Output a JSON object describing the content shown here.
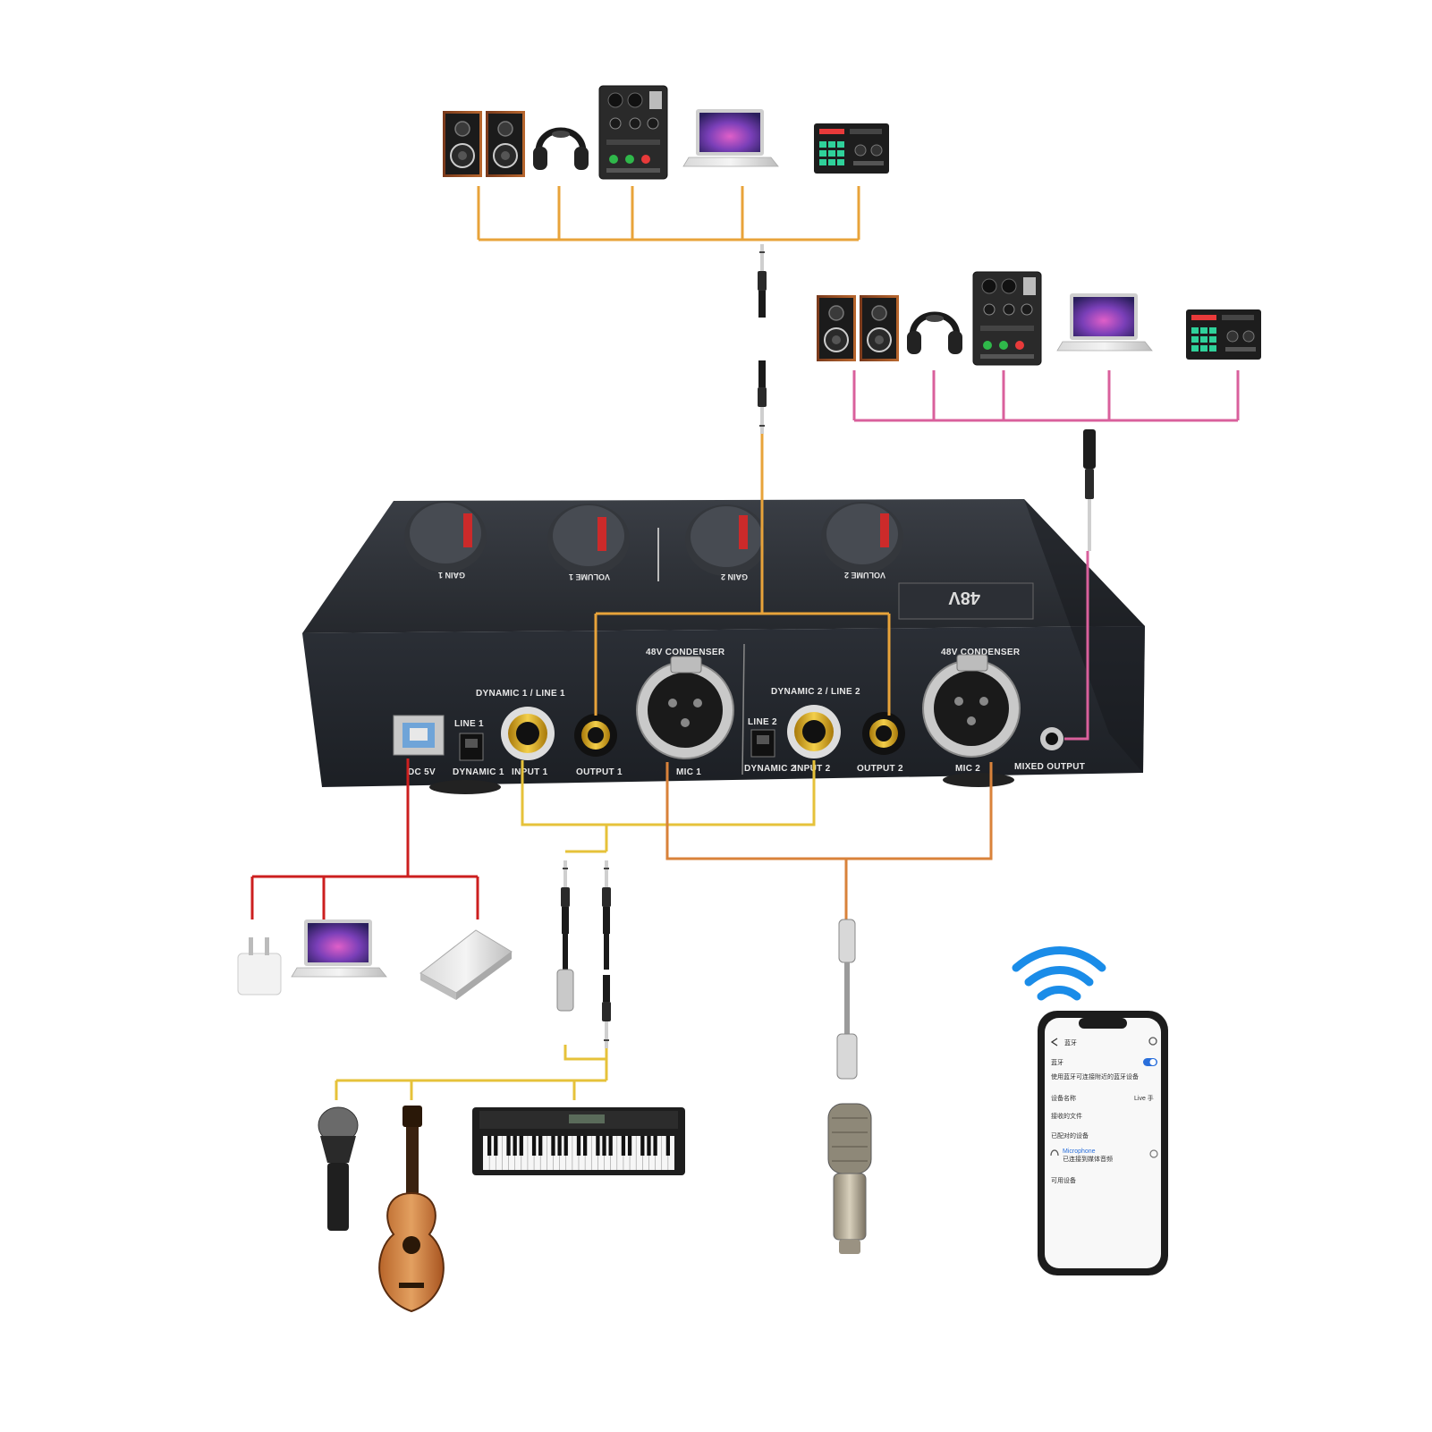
{
  "device": {
    "panel_labels": {
      "condenser_1": "48V CONDENSER",
      "condenser_2": "48V CONDENSER",
      "group_1": "DYNAMIC 1 / LINE 1",
      "group_2": "DYNAMIC 2 / LINE 2",
      "line_1": "LINE 1",
      "line_2": "LINE 2",
      "dc": "DC 5V",
      "dynamic_1": "DYNAMIC 1",
      "dynamic_2": "DYNAMIC 2",
      "input_1": "INPUT 1",
      "input_2": "INPUT 2",
      "output_1": "OUTPUT 1",
      "output_2": "OUTPUT 2",
      "mic_1": "MIC 1",
      "mic_2": "MIC 2",
      "mixed_output": "MIXED OUTPUT"
    },
    "top_badge": "48V",
    "knob_labels": [
      "GAIN 1",
      "VOLUME 1",
      "GAIN 2",
      "VOLUME 2"
    ]
  },
  "colors": {
    "output_bus": "#e8a33a",
    "mixed_bus": "#d9609c",
    "power_bus": "#cc1f1f",
    "input_bus": "#e6c23a",
    "mic_bus": "#d9823a"
  },
  "phone": {
    "header": "蓝牙",
    "row_toggle": "蓝牙",
    "row_hint": "使用蓝牙可连接附近的蓝牙设备",
    "row_name": "设备名称",
    "row_name_value": "Live 手",
    "row_received": "接收的文件",
    "section": "已配对的设备",
    "paired_device": "Microphone",
    "paired_sub": "已连接到媒体音频",
    "available": "可用设备"
  },
  "icons": {
    "wifi": "wireless-signal-icon",
    "back": "back-arrow-icon",
    "settings": "gear-icon"
  }
}
